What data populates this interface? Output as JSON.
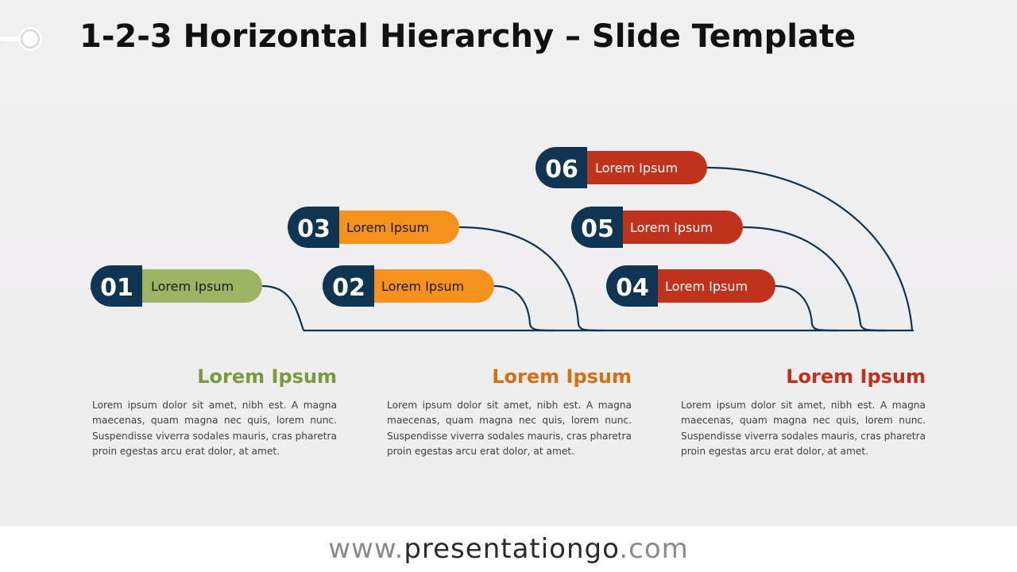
{
  "title": "1-2-3 Horizontal Hierarchy – Slide Template",
  "colors": {
    "navy": "#0f3553",
    "green": "#9bb565",
    "orange": "#f5921e",
    "red": "#c0321b",
    "heading_green": "#7a9a3f",
    "heading_orange": "#d46f12",
    "heading_red": "#c22f1a"
  },
  "items": [
    {
      "number": "01",
      "label": "Lorem Ipsum",
      "color": "#9bb565"
    },
    {
      "number": "02",
      "label": "Lorem Ipsum",
      "color": "#f5921e"
    },
    {
      "number": "03",
      "label": "Lorem Ipsum",
      "color": "#f5921e"
    },
    {
      "number": "04",
      "label": "Lorem Ipsum",
      "color": "#c0321b"
    },
    {
      "number": "05",
      "label": "Lorem Ipsum",
      "color": "#c0321b"
    },
    {
      "number": "06",
      "label": "Lorem Ipsum",
      "color": "#c0321b"
    }
  ],
  "columns": [
    {
      "heading": "Lorem Ipsum",
      "color": "#7a9a3f",
      "text": "Lorem ipsum dolor sit amet, nibh est. A magna maecenas, quam magna nec quis, lorem nunc. Suspendisse viverra sodales mauris, cras pharetra proin egestas arcu erat dolor, at amet."
    },
    {
      "heading": "Lorem Ipsum",
      "color": "#d46f12",
      "text": "Lorem ipsum dolor sit amet, nibh est. A magna maecenas, quam magna nec quis, lorem nunc. Suspendisse viverra sodales mauris, cras pharetra proin egestas arcu erat dolor, at amet."
    },
    {
      "heading": "Lorem Ipsum",
      "color": "#c22f1a",
      "text": "Lorem ipsum dolor sit amet, nibh est. A magna maecenas, quam magna nec quis, lorem nunc. Suspendisse viverra sodales mauris, cras pharetra proin egestas arcu erat dolor, at amet."
    }
  ],
  "footer": {
    "prefix": "www.",
    "domain": "presentationgo",
    "suffix": ".com"
  }
}
